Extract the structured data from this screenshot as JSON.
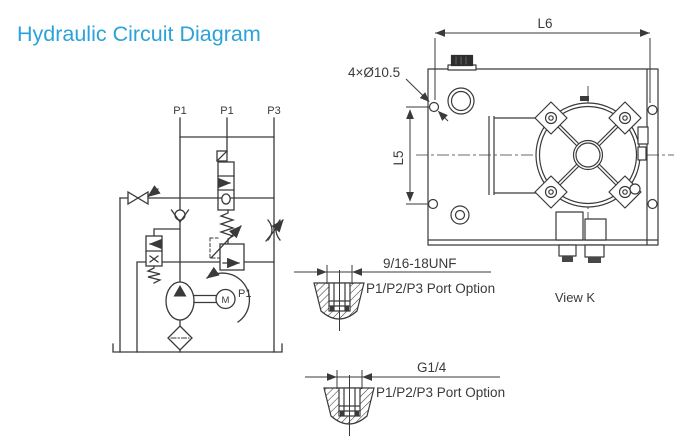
{
  "page": {
    "title": "Hydraulic Circuit Diagram"
  },
  "colors": {
    "accent": "#2BA3D8",
    "line": "#3a3a3a",
    "background": "#ffffff"
  },
  "schematic": {
    "port_top_labels": [
      "P1",
      "P1",
      "P3"
    ],
    "motor_letter": "M",
    "motor_port_label": "P1"
  },
  "view_k": {
    "caption": "View K",
    "dim_width": "L6",
    "dim_height": "L5",
    "holes_note": "4×Ø10.5"
  },
  "port_options": [
    {
      "thread": "9/16-18UNF",
      "label": "P1/P2/P3 Port Option"
    },
    {
      "thread": "G1/4",
      "label": "P1/P2/P3 Port Option"
    }
  ]
}
